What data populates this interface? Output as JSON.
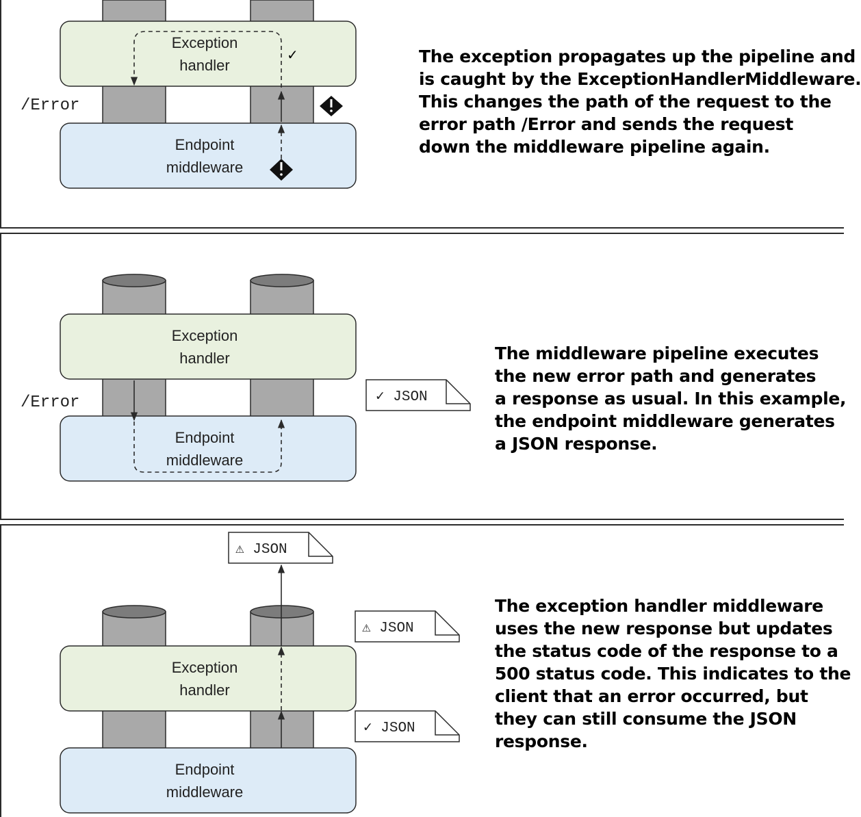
{
  "panel1": {
    "exception_handler": [
      "Exception",
      "handler"
    ],
    "endpoint_middleware": [
      "Endpoint",
      "middleware"
    ],
    "path_label": "/Error",
    "check_mark": "✓",
    "caption": [
      "The exception propagates up the pipeline and",
      "is caught by the ExceptionHandlerMiddleware.",
      "This changes the path of the request to the",
      "error path /Error and sends the request",
      "down the middleware pipeline again."
    ]
  },
  "panel2": {
    "exception_handler": [
      "Exception",
      "handler"
    ],
    "endpoint_middleware": [
      "Endpoint",
      "middleware"
    ],
    "path_label": "/Error",
    "doc_label": "✓ JSON",
    "caption": [
      "The middleware pipeline executes",
      "the new error path and generates",
      "a response as usual. In this example,",
      "the endpoint middleware generates",
      "a JSON response."
    ]
  },
  "panel3": {
    "exception_handler": [
      "Exception",
      "handler"
    ],
    "endpoint_middleware": [
      "Endpoint",
      "middleware"
    ],
    "doc_top_label": "⚠ JSON",
    "doc_mid_label": "⚠ JSON",
    "doc_low_label": "✓ JSON",
    "caption": [
      "The exception handler middleware",
      "uses the new response but updates",
      "the status code of the response to a",
      "500 status code. This indicates to the",
      "client that an error occurred, but",
      "they can still consume the JSON",
      "response."
    ]
  },
  "colors": {
    "exception_box": "#e9f1df",
    "endpoint_box": "#ddebf7",
    "pillar": "#a9a9a9",
    "pillar_top": "#7c7c7c",
    "stroke": "#2b2b2b"
  }
}
